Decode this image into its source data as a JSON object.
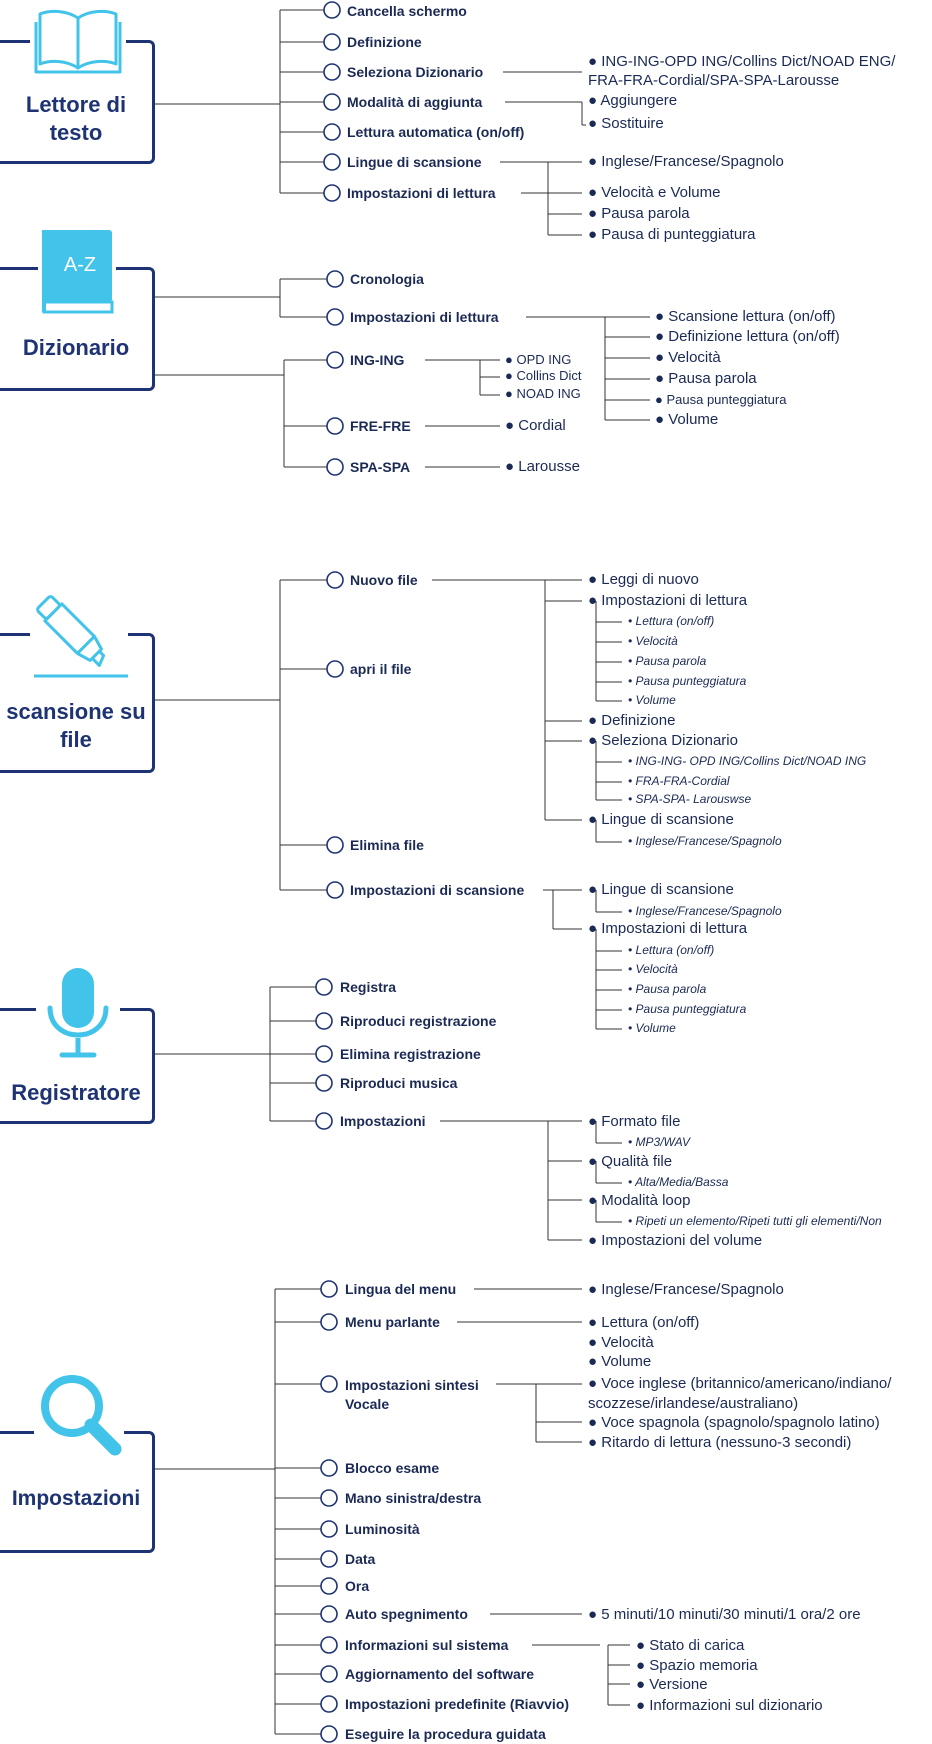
{
  "colors": {
    "navy": "#1e3373",
    "text": "#1b2a55",
    "icon": "#42c3ea",
    "line": "#333333"
  },
  "sections": {
    "lettore": {
      "label": "Lettore di testo",
      "icon": "open-book-icon",
      "items": [
        "Cancella schermo",
        "Definizione",
        "Seleziona Dizionario",
        "Modalità di aggiunta",
        "Lettura automatica (on/off)",
        "Lingue di scansione",
        "Impostazioni di lettura"
      ],
      "seleziona_opts": [
        "ING-ING-OPD  ING/Collins Dict/NOAD ENG/ FRA-FRA-Cordial/SPA-SPA-Larousse"
      ],
      "aggiunta_opts": [
        "Aggiungere",
        "Sostituire"
      ],
      "lingue_opts": [
        "Inglese/Francese/Spagnolo"
      ],
      "lettura_opts": [
        "Velocità e Volume",
        "Pausa parola",
        "Pausa di punteggiatura"
      ]
    },
    "dizionario": {
      "label": "Dizionario",
      "icon": "a-z-book-icon",
      "icon_text": "A-Z",
      "items": [
        "Cronologia",
        "Impostazioni di lettura",
        "ING-ING",
        "FRE-FRE",
        "SPA-SPA"
      ],
      "lettura_opts": [
        "Scansione lettura (on/off)",
        "Definizione lettura (on/off)",
        "Velocità",
        "Pausa parola",
        "Pausa punteggiatura",
        "Volume"
      ],
      "inging_opts": [
        "OPD ING",
        "Collins Dict",
        "NOAD ING"
      ],
      "frefre_opts": [
        "Cordial"
      ],
      "spaspa_opts": [
        "Larousse"
      ]
    },
    "scansione": {
      "label": "scansione su file",
      "icon": "highlighter-pen-icon",
      "items": [
        "Nuovo file",
        "apri il file",
        "Elimina file",
        "Impostazioni di scansione"
      ],
      "file_opts": [
        "Leggi di nuovo",
        "Impostazioni di lettura",
        "Definizione",
        "Seleziona Dizionario",
        "Lingue di scansione"
      ],
      "file_lettura_subs": [
        "Lettura (on/off)",
        "Velocità",
        "Pausa parola",
        "Pausa punteggiatura",
        "Volume"
      ],
      "file_dict_subs": [
        "ING-ING- OPD ING/Collins Dict/NOAD ING",
        "FRA-FRA-Cordial",
        "SPA-SPA- Larouswse"
      ],
      "file_lingue_subs": [
        "Inglese/Francese/Spagnolo"
      ],
      "settings_opts": [
        "Lingue di scansione",
        "Impostazioni di lettura"
      ],
      "settings_lingue_subs": [
        "Inglese/Francese/Spagnolo"
      ],
      "settings_lettura_subs": [
        "Lettura (on/off)",
        "Velocità",
        "Pausa parola",
        "Pausa punteggiatura",
        "Volume"
      ]
    },
    "registratore": {
      "label": "Registratore",
      "icon": "microphone-icon",
      "items": [
        "Registra",
        "Riproduci registrazione",
        "Elimina registrazione",
        "Riproduci musica",
        "Impostazioni"
      ],
      "opts": [
        "Formato file",
        "Qualità file",
        "Modalità loop",
        "Impostazioni del volume"
      ],
      "formato_subs": [
        "MP3/WAV"
      ],
      "qualita_subs": [
        "Alta/Media/Bassa"
      ],
      "loop_subs": [
        "Ripeti un elemento/Ripeti tutti gli elementi/Non"
      ]
    },
    "impostazioni": {
      "label": "Impostazioni",
      "icon": "magnifier-icon",
      "items": [
        "Lingua del menu",
        "Menu parlante",
        "Impostazioni sintesi Vocale",
        "Blocco esame",
        "Mano sinistra/destra",
        "Luminosità",
        "Data",
        "Ora",
        "Auto spegnimento",
        "Informazioni sul sistema",
        "Aggiornamento del software",
        "Impostazioni predefinite (Riavvio)",
        "Eseguire la procedura guidata"
      ],
      "lingua_opts": [
        "Inglese/Francese/Spagnolo"
      ],
      "menu_opts": [
        "Lettura (on/off)",
        "Velocità",
        "Volume"
      ],
      "sintesi_opts": [
        "Voce inglese (britannico/americano/indiano/ scozzese/irlandese/australiano)",
        "Voce spagnola (spagnolo/spagnolo latino)",
        "Ritardo di lettura (nessuno-3 secondi)"
      ],
      "auto_opts": [
        "5 minuti/10 minuti/30 minuti/1 ora/2 ore"
      ],
      "info_opts": [
        "Stato di carica",
        "Spazio memoria",
        "Versione",
        "Informazioni sul dizionario"
      ]
    }
  }
}
